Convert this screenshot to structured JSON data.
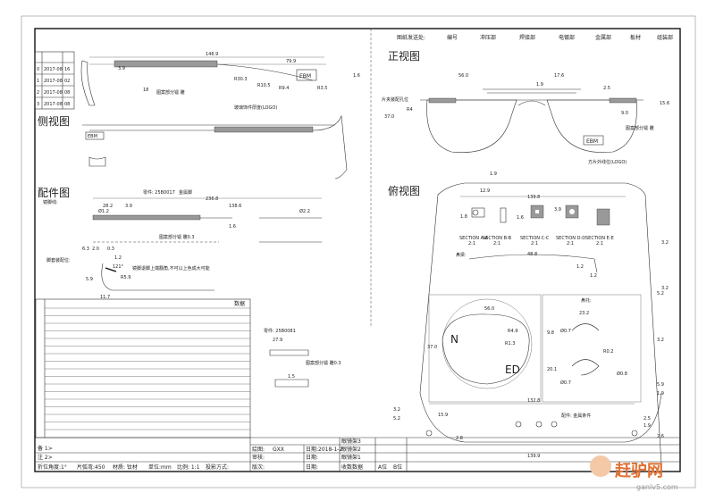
{
  "header": {
    "distribution_label": "图纸发送处:",
    "departments": [
      "编号",
      "冲压部",
      "焊接部",
      "电镀部",
      "金属部",
      "板材",
      "组装部"
    ]
  },
  "revision_table": {
    "rows": [
      [
        "0",
        "2017-08",
        "16"
      ],
      [
        "1",
        "2017-08",
        "02"
      ],
      [
        "2",
        "2017-08",
        "08"
      ],
      [
        "3",
        "2017-08",
        "08"
      ]
    ]
  },
  "side_view": {
    "title": "侧视图",
    "dims": [
      "146.9",
      "79.9",
      "3.9",
      "18",
      "1.6",
      "R10.5",
      "R3.5",
      "R30.3",
      "R9.4"
    ],
    "note1": "图案部分镭 雕",
    "note2": "玻璃饰件厚度(LOGO)",
    "logo": "EBM"
  },
  "parts_view": {
    "title": "配件图",
    "label_temple": "镜脚线:",
    "part_no": "零件: 25B0017",
    "part_name": "金属脚",
    "dims": [
      "236.8",
      "28.2",
      "3.9",
      "138.6",
      "1.6",
      "Ø1.2",
      "Ø2.2",
      "6.3",
      "2.0",
      "0.3",
      "11.7",
      "5.9",
      "121°",
      "R5.9",
      "1.2"
    ],
    "note_pattern": "图案部分镭 雕0.3",
    "label_tip": "脚套装配位:",
    "note_tip": "镜脚退脚上端翻角,不可以上色成大可能"
  },
  "small_part": {
    "part_no": "零件: 25B0081",
    "dims": [
      "27.9",
      "1.5"
    ],
    "note": "图案部分镭 雕0.3"
  },
  "data_table": {
    "title": "数据"
  },
  "front_view": {
    "title": "正视图",
    "dims": [
      "56.0",
      "17.6",
      "2.5",
      "37.0",
      "R4",
      "9.0",
      "1.9",
      "15.6"
    ],
    "note_left": "片夹装配孔位",
    "note_right": "图案部分镭 雕",
    "note_bottom": "方片外线位(LOGO)",
    "logo": "EBM"
  },
  "top_view": {
    "title": "俯视图",
    "dims": [
      "1.9",
      "12.9",
      "139.8",
      "3.2",
      "3.2",
      "1.8",
      "3.9",
      "1.6"
    ],
    "sections": [
      {
        "name": "SECTION A-A",
        "scale": "2:1"
      },
      {
        "name": "SECTION B-B",
        "scale": "2:1"
      },
      {
        "name": "SECTION C-C",
        "scale": "2:1"
      },
      {
        "name": "SECTION D-D",
        "scale": "2:1"
      },
      {
        "name": "SECTION E-E",
        "scale": "2:1"
      }
    ],
    "label_bridge": "鼻梁:",
    "bridge_dims": [
      "48.8",
      "1.2",
      "1.2"
    ],
    "label_pad": "鼻托:",
    "pad_dims": [
      "23.2",
      "9.8",
      "Ø0.7",
      "Ø0.7",
      "R0.2",
      "20.1",
      "Ø0.8"
    ],
    "lens_dims": [
      "56.0",
      "37.0",
      "R1.3",
      "R4.9"
    ],
    "lens_labels": [
      "N",
      "ED"
    ],
    "bottom_dims": [
      "132.8",
      "15.9",
      "2.8",
      "139.9",
      "3.2",
      "2.6",
      "5.9",
      "1.9",
      "5.2"
    ],
    "note_bottom": "配件:\n金属条件",
    "side_dims": [
      "3.2",
      "5.2",
      "2.5",
      "1.9"
    ]
  },
  "title_block": {
    "notes": [
      "备 1>",
      "注 2>"
    ],
    "tolerance": "折位角度:1°",
    "radius": "片弧弯:450",
    "material": "材质: 钛材",
    "unit": "单位:mm",
    "scale": "比例: 1:1",
    "projection": "投影方式:",
    "drawn_label": "绘图:",
    "drawn_by": "GXX",
    "date_label": "日期:2018-1-2",
    "check_label": "审核:",
    "check_date": "日期:",
    "approve_label": "版次:",
    "approve_date": "日期:",
    "frames": [
      "眼镜架3",
      "眼镜架2",
      "眼镜架1"
    ],
    "qty_label": "收数数据",
    "a_label": "A位",
    "b_label": "B位"
  },
  "watermark": {
    "brand": "赶驴网",
    "url": "ganlv5.com"
  }
}
